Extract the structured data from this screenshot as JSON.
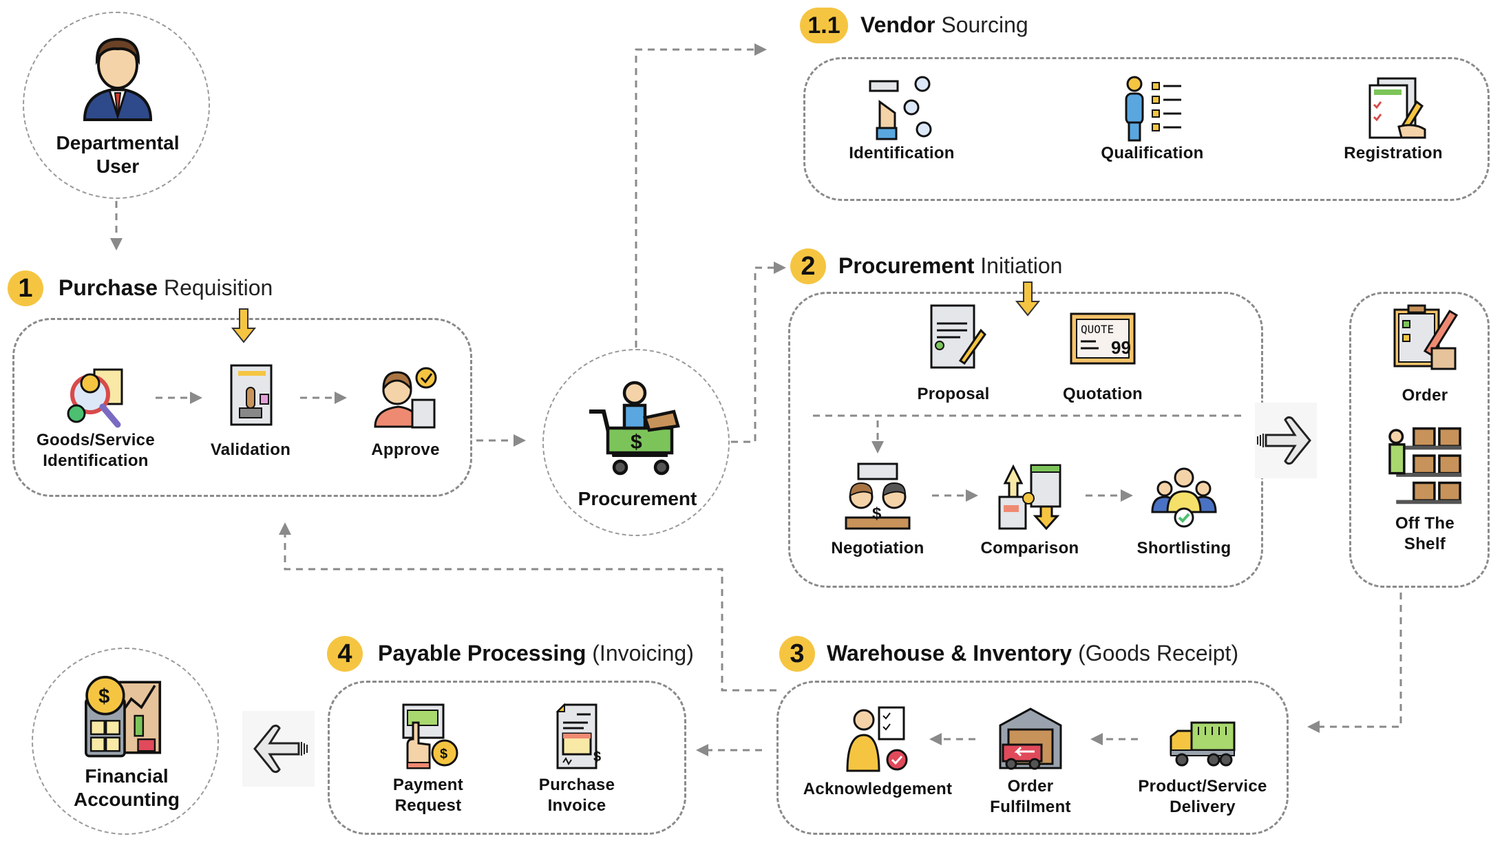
{
  "start": {
    "label_line1": "Departmental",
    "label_line2": "User"
  },
  "hub": {
    "label": "Procurement"
  },
  "end": {
    "label_line1": "Financial",
    "label_line2": "Accounting"
  },
  "colors": {
    "badge": "#f5c542",
    "dash": "#8a8a8a",
    "highlight_arrow": "#f5c542"
  },
  "stages": {
    "purchase_requisition": {
      "number": "1",
      "title_bold": "Purchase",
      "title_light": "Requisition",
      "items": [
        {
          "line1": "Goods/Service",
          "line2": "Identification"
        },
        {
          "line1": "Validation"
        },
        {
          "line1": "Approve"
        }
      ]
    },
    "vendor_sourcing": {
      "number": "1.1",
      "title_bold": "Vendor",
      "title_light": "Sourcing",
      "items": [
        {
          "line1": "Identification"
        },
        {
          "line1": "Qualification"
        },
        {
          "line1": "Registration"
        }
      ]
    },
    "procurement_initiation": {
      "number": "2",
      "title_bold": "Procurement",
      "title_light": "Initiation",
      "items": [
        {
          "line1": "Proposal"
        },
        {
          "line1": "Quotation"
        },
        {
          "line1": "Negotiation"
        },
        {
          "line1": "Comparison"
        },
        {
          "line1": "Shortlisting"
        }
      ],
      "quote_sign": "QUOTE"
    },
    "order_options": {
      "items": [
        {
          "line1": "Order"
        },
        {
          "line1": "Off The",
          "line2": "Shelf"
        }
      ]
    },
    "warehouse": {
      "number": "3",
      "title_bold": "Warehouse & Inventory",
      "title_light": "(Goods Receipt)",
      "items": [
        {
          "line1": "Acknowledgement"
        },
        {
          "line1": "Order",
          "line2": "Fulfilment"
        },
        {
          "line1": "Product/Service",
          "line2": "Delivery"
        }
      ]
    },
    "payable": {
      "number": "4",
      "title_bold": "Payable Processing",
      "title_light": "(Invoicing)",
      "items": [
        {
          "line1": "Payment",
          "line2": "Request"
        },
        {
          "line1": "Purchase",
          "line2": "Invoice"
        }
      ]
    }
  }
}
